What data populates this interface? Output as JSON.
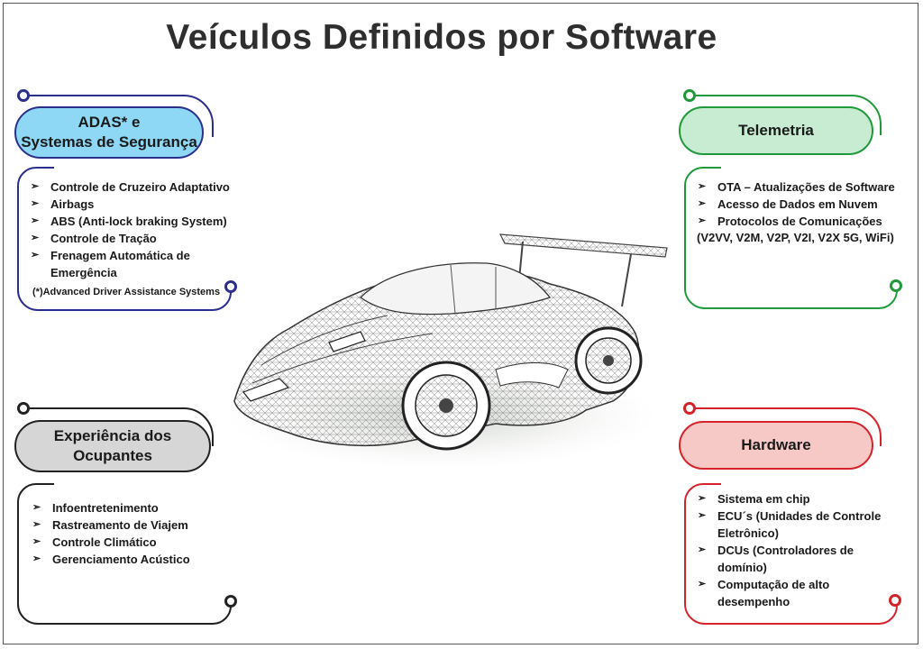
{
  "title": "Veículos Definidos por Software",
  "colors": {
    "adas": "#2b2f8c",
    "telemetria": "#1f9a3a",
    "experiencia": "#222222",
    "hardware": "#d6232b"
  },
  "adas": {
    "heading_line1": "ADAS* e",
    "heading_line2": "Systemas de Segurança",
    "items": [
      "Controle de Cruzeiro Adaptativo",
      "Airbags",
      "ABS (Anti-lock braking System)",
      "Controle de Tração",
      "Frenagem Automática de Emergência"
    ],
    "note": "(*)Advanced Driver Assistance Systems"
  },
  "telemetria": {
    "heading": "Telemetria",
    "items": [
      "OTA – Atualizações de Software",
      "Acesso de Dados em Nuvem",
      "Protocolos de Comunicações"
    ],
    "extra": "(V2VV, V2M, V2P, V2I, V2X 5G, WiFi)"
  },
  "experiencia": {
    "heading_line1": "Experiência dos",
    "heading_line2": "Ocupantes",
    "items": [
      "Infoentretenimento",
      "Rastreamento de Viajem",
      "Controle Climático",
      "Gerenciamento Acústico"
    ]
  },
  "hardware": {
    "heading": "Hardware",
    "items": [
      "Sistema em chip",
      "ECU´s (Unidades de Controle Eletrônico)",
      "DCUs (Controladores de domínio)",
      "Computação de alto desempenho"
    ]
  }
}
